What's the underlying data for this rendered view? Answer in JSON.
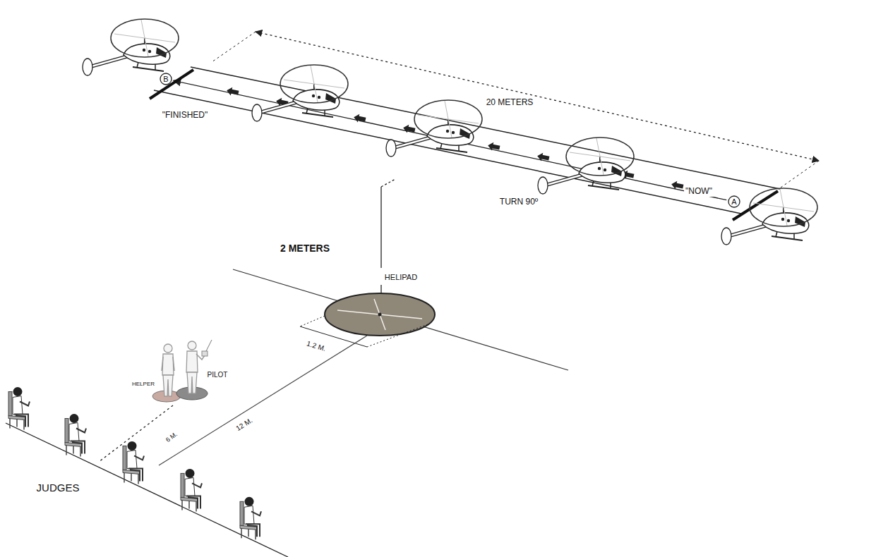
{
  "diagram": {
    "nodes": [
      {
        "text": [
          "B"
        ]
      },
      {
        "text": [
          "A"
        ]
      }
    ],
    "edges": [
      {
        "from": 1,
        "to": 0,
        "arrow": "to"
      }
    ],
    "labels": [
      "20 METERS",
      "\"FINISHED\"",
      "\"NOW\"",
      "TURN 90º",
      "2 METERS",
      "HELIPAD",
      "1.2 M.",
      "HELPER",
      "PILOT",
      "12 M.",
      "6 M.",
      "JUDGES"
    ]
  }
}
